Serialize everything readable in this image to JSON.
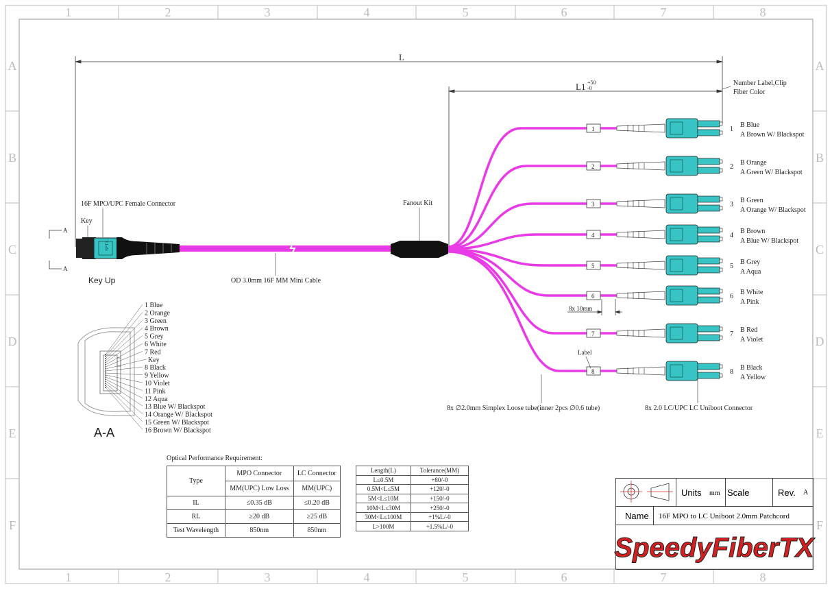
{
  "grid": {
    "cols": [
      "1",
      "2",
      "3",
      "4",
      "5",
      "6",
      "7",
      "8"
    ],
    "rows": [
      "A",
      "B",
      "C",
      "D",
      "E",
      "F"
    ]
  },
  "dims": {
    "L": "L",
    "L1": "L1",
    "L1_tol_up": "+50",
    "L1_tol_down": "-0",
    "tube_len": "8x 10mm"
  },
  "labels": {
    "mpo_connector": "16F MPO/UPC Female Connector",
    "key": "Key",
    "key_up": "Key Up",
    "section_a": "A",
    "cable": "OD 3.0mm 16F MM Mini Cable",
    "fanout": "Fanout Kit",
    "number_label": "Number Label,Clip",
    "fiber_color": "Fiber Color",
    "label": "Label",
    "loose_tube": "8x ∅2.0mm Simplex Loose tube(inner 2pcs ∅0.6 tube)",
    "lc_connector": "8x 2.0 LC/UPC LC Uniboot Connector",
    "section_title": "A-A"
  },
  "legs": [
    {
      "num": "1",
      "b": "B Blue",
      "a": "A Brown W/ Blackspot"
    },
    {
      "num": "2",
      "b": "B Orange",
      "a": "A Green W/ Blackspot"
    },
    {
      "num": "3",
      "b": "B Green",
      "a": "A Orange W/ Blackspot"
    },
    {
      "num": "4",
      "b": "B Brown",
      "a": "A Blue W/ Blackspot"
    },
    {
      "num": "5",
      "b": "B Grey",
      "a": "A Aqua"
    },
    {
      "num": "6",
      "b": "B White",
      "a": "A Pink"
    },
    {
      "num": "7",
      "b": "B Red",
      "a": "A Violet"
    },
    {
      "num": "8",
      "b": "B Black",
      "a": "A Yellow"
    }
  ],
  "fibers": [
    "1 Blue",
    "2 Orange",
    "3 Green",
    "4 Brown",
    "5 Grey",
    "6 White",
    "7 Red",
    "Key",
    "8 Black",
    "9 Yellow",
    "10 Violet",
    "11 Pink",
    "12 Aqua",
    "13 Blue W/ Blackspot",
    "14 Orange W/ Blackspot",
    "15 Green W/ Blackspot",
    "16 Brown W/ Blackspot"
  ],
  "optical": {
    "title": "Optical Performance Requirement:",
    "type": "Type",
    "mpo": "MPO Connector",
    "lc": "LC Connector",
    "mpo_sub": "MM(UPC) Low Loss",
    "lc_sub": "MM(UPC)",
    "rows": [
      {
        "k": "IL",
        "mpo": "≤0.35 dB",
        "lc": "≤0.20 dB"
      },
      {
        "k": "RL",
        "mpo": "≥20 dB",
        "lc": "≥25 dB"
      },
      {
        "k": "Test Wavelength",
        "mpo": "850nm",
        "lc": "850nm"
      }
    ]
  },
  "tolerance": {
    "h1": "Length(L)",
    "h2": "Tolerance(MM)",
    "rows": [
      {
        "l": "L≤0.5M",
        "t": "+80/-0"
      },
      {
        "l": "0.5M<L≤5M",
        "t": "+120/-0"
      },
      {
        "l": "5M<L≤10M",
        "t": "+150/-0"
      },
      {
        "l": "10M<L≤30M",
        "t": "+250/-0"
      },
      {
        "l": "30M<L≤100M",
        "t": "+1%L/-0"
      },
      {
        "l": "L>100M",
        "t": "+1.5%L/-0"
      }
    ]
  },
  "titleblock": {
    "units": "Units",
    "units_val": "mm",
    "scale": "Scale",
    "rev": "Rev.",
    "rev_val": "A",
    "name": "Name",
    "name_val": "16F MPO to LC Uniboot 2.0mm Patchcord",
    "brand": "SpeedyFiberTX"
  },
  "colors": {
    "cable": "#e83be6",
    "aqua": "#38c4c4",
    "brand": "#d32020"
  }
}
